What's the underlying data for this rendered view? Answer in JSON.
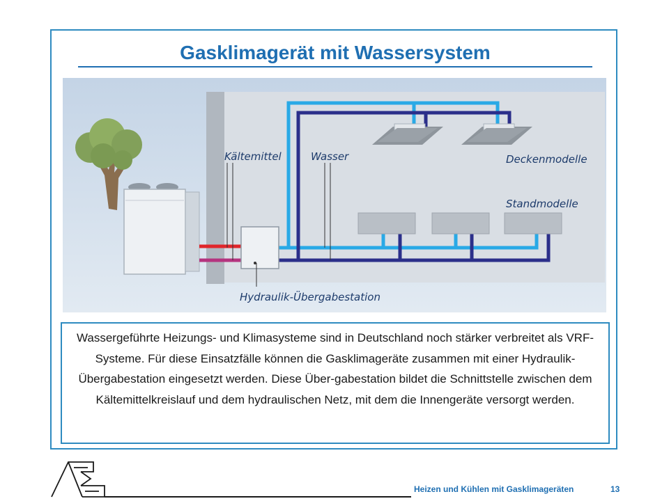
{
  "slide": {
    "title": "Gasklimagerät mit Wassersystem",
    "body": "Wassergeführte Heizungs- und Klimasysteme sind in Deutschland noch stärker verbreitet als VRF-Systeme. Für diese Einsatzfälle können die Gasklimageräte zusammen mit einer Hydraulik-Übergabestation eingesetzt werden. Diese Über-gabestation bildet die Schnittstelle zwischen dem Kältemittelkreislauf und dem hydraulischen Netz, mit dem die Innengeräte versorgt werden."
  },
  "diagram": {
    "labels": {
      "refrigerant": "Kältemittel",
      "water": "Wasser",
      "ceiling_models": "Deckenmodelle",
      "floor_models": "Standmodelle",
      "hydraulic_station": "Hydraulik-Übergabestation"
    },
    "colors": {
      "background": "#d7e2ee",
      "wall": "#b3bec9",
      "pipe_light": "#29a9e6",
      "pipe_dark": "#2b2f8a",
      "pipe_red": "#e0262b",
      "pipe_magenta": "#b5347f"
    }
  },
  "footer": {
    "caption": "Heizen und Kühlen mit Gasklimageräten",
    "page_number": "13"
  }
}
